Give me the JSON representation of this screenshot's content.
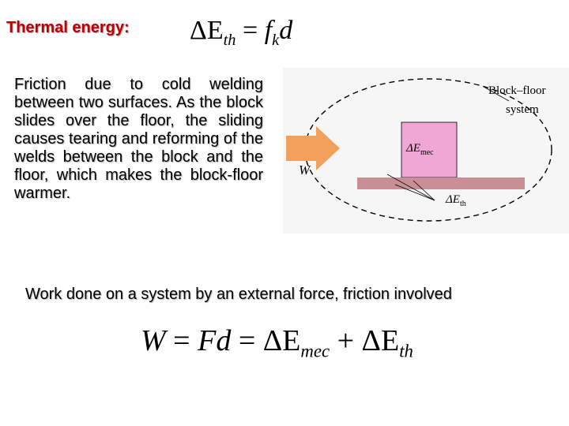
{
  "header": {
    "title": "Thermal energy:"
  },
  "equation1": {
    "lhs": "ΔE",
    "lhs_sub": "th",
    "eq": " = ",
    "f": "f",
    "f_sub": "k",
    "d": "d"
  },
  "description": "Friction due to cold welding between two surfaces. As the block slides over the floor, the sliding causes tearing and reforming of the welds between the block and the floor, which makes the block-floor warmer.",
  "figure": {
    "system_label_line1": "Block–floor",
    "system_label_line2": "system",
    "work_label": "W",
    "emec_label": "ΔE",
    "emec_sub": "mec",
    "eth_label": "ΔE",
    "eth_sub": "th",
    "colors": {
      "block": "#f1a7d6",
      "floor": "#c98f96",
      "arrow": "#f2a15d",
      "background": "#f6f6f6"
    }
  },
  "caption": "Work done on a system by an external force, friction involved",
  "equation2": {
    "W": "W",
    "eq1": " = ",
    "F": "F",
    "d": "d",
    "eq2": " = ",
    "emec": "ΔE",
    "emec_sub": "mec",
    "plus": " + ",
    "eth": "ΔE",
    "eth_sub": "th"
  }
}
